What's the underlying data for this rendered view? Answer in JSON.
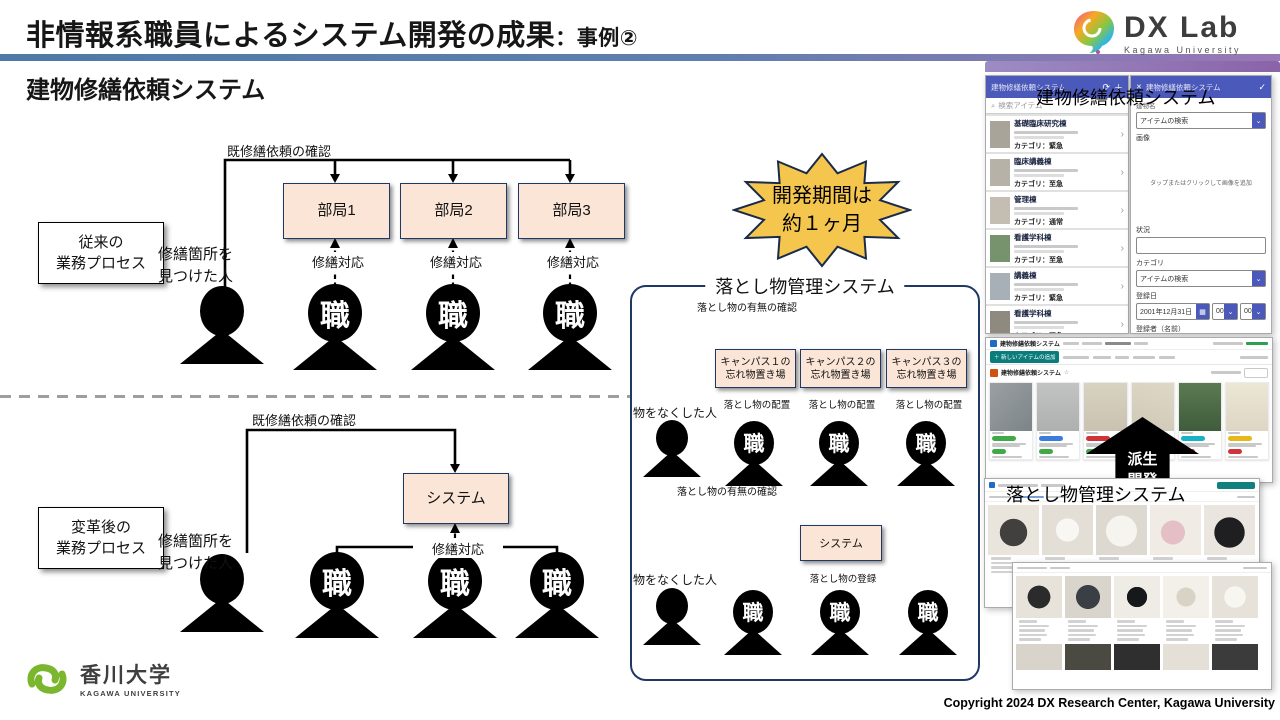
{
  "header": {
    "title_main": "非情報系職員によるシステム開発の成果",
    "title_sub": "：事例②",
    "subtitle": "建物修繕依頼システム"
  },
  "logo_dx": {
    "title": "DX Lab",
    "subtitle": "Kagawa University"
  },
  "logo_univ": {
    "name": "香川大学",
    "name_en": "KAGAWA UNIVERSITY"
  },
  "footer": {
    "copyright": "Copyright 2024 DX Research Center, Kagawa University"
  },
  "glyphs": {
    "staff": "職",
    "close": "✕",
    "check": "✓",
    "search": "⌕",
    "chevron_right": "›",
    "chevron_down": "⌄",
    "plus": "＋",
    "refresh": "⟳",
    "star": "☆",
    "calendar": "▦"
  },
  "process_old": {
    "label_line1": "従来の",
    "label_line2": "業務プロセス",
    "check_label": "既修繕依頼の確認",
    "finder_line1": "修繕箇所を",
    "finder_line2": "見つけた人",
    "departments": [
      "部局1",
      "部局2",
      "部局3"
    ],
    "action_label": "修繕対応"
  },
  "process_new": {
    "label_line1": "変革後の",
    "label_line2": "業務プロセス",
    "check_label": "既修繕依頼の確認",
    "finder_line1": "修繕箇所を",
    "finder_line2": "見つけた人",
    "system_label": "システム",
    "action_label": "修繕対応"
  },
  "duration_badge": {
    "line1": "開発期間は",
    "line2": "約１ヶ月"
  },
  "lost_system": {
    "title": "落とし物管理システム",
    "check_label": "落とし物の有無の確認",
    "loser_label": "物をなくした人",
    "storages": [
      {
        "line1": "キャンパス１の",
        "line2": "忘れ物置き場"
      },
      {
        "line1": "キャンパス２の",
        "line2": "忘れ物置き場"
      },
      {
        "line1": "キャンパス３の",
        "line2": "忘れ物置き場"
      }
    ],
    "place_label": "落とし物の配置",
    "system_label": "システム",
    "register_label": "落とし物の登録"
  },
  "screens": {
    "phone_overlay": "建物修繕依頼システム",
    "lost_overlay": "落とし物管理システム",
    "derived": {
      "line1": "派生",
      "line2": "開発"
    },
    "phone_list": {
      "header": "建物修繕依頼システム",
      "search_placeholder": "検索アイテム",
      "items": [
        {
          "title": "基礎臨床研究棟",
          "category": "カテゴリ：緊急"
        },
        {
          "title": "臨床講義棟",
          "category": "カテゴリ：至急"
        },
        {
          "title": "管理棟",
          "category": "カテゴリ：通常"
        },
        {
          "title": "看護学科棟",
          "category": "カテゴリ：至急"
        },
        {
          "title": "講義棟",
          "category": "カテゴリ：緊急"
        },
        {
          "title": "看護学科棟",
          "category": "カテゴリ：至急"
        }
      ]
    },
    "phone_form": {
      "header": "建物修繕依頼システム",
      "building_label": "建物名",
      "building_value": "アイテムの検索",
      "image_label": "画像",
      "image_hint": "タップまたはクリックして画像を追加",
      "status_label": "状況",
      "category_label": "カテゴリ",
      "category_value": "アイテムの検索",
      "date_label": "登録日",
      "date_value": "2001年12月31日",
      "hour_value": "00",
      "minute_value": "00",
      "registrant_label": "登録者（名前）"
    },
    "desktop": {
      "app_title": "建物修繕依頼システム",
      "new_item_button": "＋ 新しいアイテムの追加",
      "gallery_title": "建物修繕依頼システム"
    }
  }
}
